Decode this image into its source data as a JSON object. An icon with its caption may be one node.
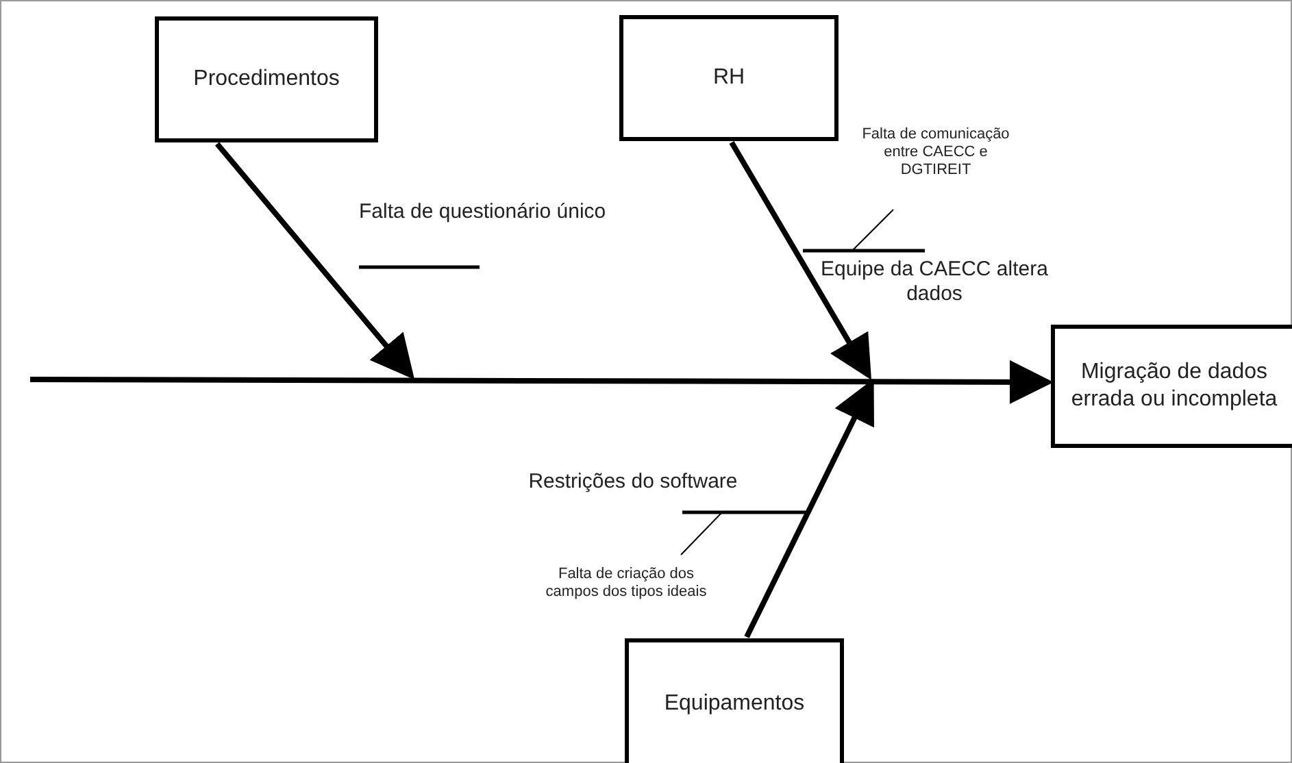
{
  "diagram": {
    "nodes": [
      {
        "text": [
          "Procedimentos"
        ]
      },
      {
        "text": [
          "RH"
        ]
      },
      {
        "text": [
          "Migração de dados errada ou incompleta"
        ]
      },
      {
        "text": [
          "Equipamentos"
        ]
      }
    ],
    "edges": [
      {
        "from": 0,
        "to": null,
        "arrow": "to"
      },
      {
        "from": 1,
        "to": null,
        "arrow": "to"
      },
      {
        "from": null,
        "to": 2,
        "arrow": "to"
      },
      {
        "from": 3,
        "to": null,
        "arrow": "to"
      }
    ],
    "labels": [
      "Falta de comunicação entre CAECC e DGTIREIT",
      "Falta de questionário único",
      "Equipe da CAECC altera dados",
      "Restrições do software",
      "Falta de criação dos campos dos tipos ideais"
    ]
  }
}
